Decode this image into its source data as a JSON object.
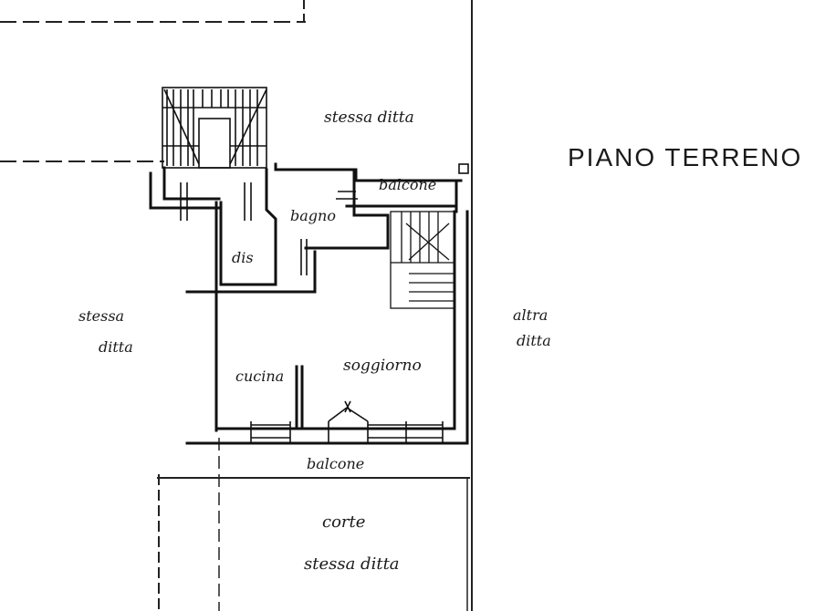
{
  "title": "PIANO TERRENO",
  "labels": {
    "stessa_ditta_top": "stessa ditta",
    "balcone_top": "balcone",
    "bagno": "bagno",
    "dis": "dis",
    "stessa_left_1": "stessa",
    "stessa_left_2": "ditta",
    "altra_1": "altra",
    "altra_2": "ditta",
    "cucina": "cucina",
    "soggiorno": "soggiorno",
    "balcone_bottom": "balcone",
    "corte": "corte",
    "stessa_ditta_bottom": "stessa ditta"
  },
  "colors": {
    "ink": "#111111",
    "paper": "#ffffff"
  }
}
